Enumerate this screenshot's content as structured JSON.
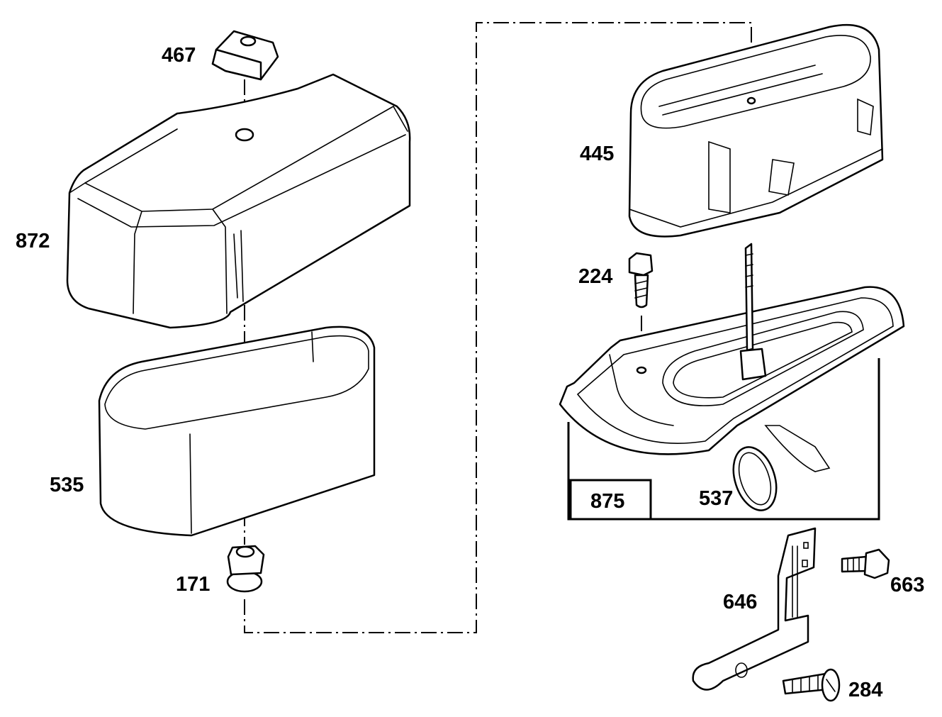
{
  "parts": [
    {
      "number": "467"
    },
    {
      "number": "872"
    },
    {
      "number": "535"
    },
    {
      "number": "171"
    },
    {
      "number": "445"
    },
    {
      "number": "224"
    },
    {
      "number": "875"
    },
    {
      "number": "537"
    },
    {
      "number": "646"
    },
    {
      "number": "663"
    },
    {
      "number": "284"
    }
  ]
}
